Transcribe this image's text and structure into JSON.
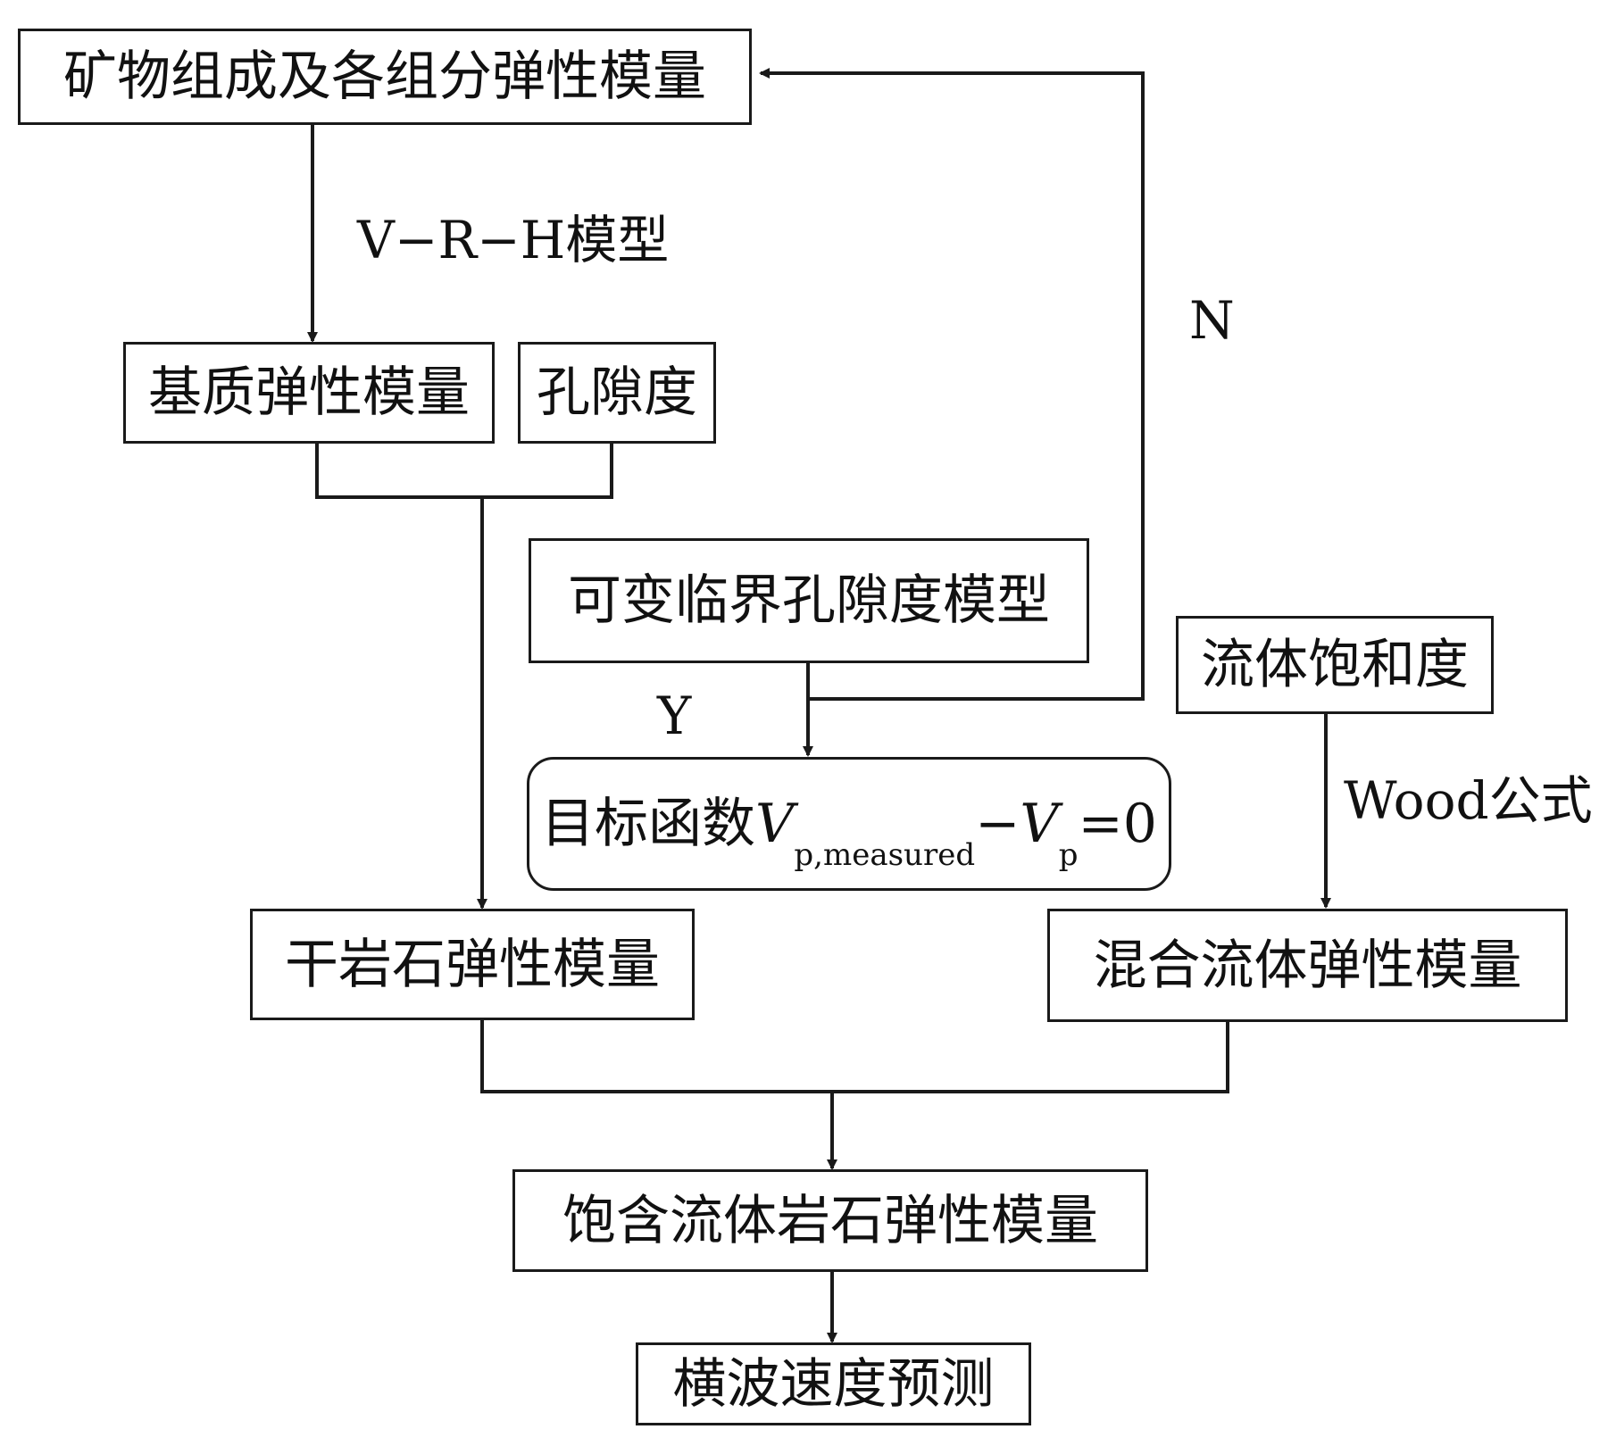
{
  "nodes": {
    "mineral_moduli": "矿物组成及各组分弹性模量",
    "matrix_moduli": "基质弹性模量",
    "porosity": "孔隙度",
    "critical_porosity_model": "可变临界孔隙度模型",
    "fluid_saturation": "流体饱和度",
    "objective": {
      "prefix": "目标函数",
      "v1": "V",
      "v1_sub": "p,measured",
      "minus": "−",
      "v2": "V",
      "v2_sub": "p",
      "suffix": "=0"
    },
    "dry_rock_moduli": "干岩石弹性模量",
    "mixed_fluid_moduli": "混合流体弹性模量",
    "saturated_rock_moduli": "饱含流体岩石弹性模量",
    "shear_velocity_prediction": "横波速度预测"
  },
  "edge_labels": {
    "vrh": "V−R−H模型",
    "no": "N",
    "yes": "Y",
    "wood": "Wood公式"
  },
  "colors": {
    "line": "#1a1a1a",
    "background": "#ffffff"
  }
}
